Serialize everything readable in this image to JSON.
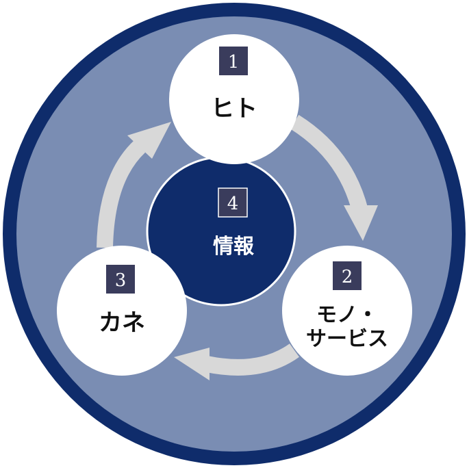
{
  "colors": {
    "outer_ring": "#0f2c6b",
    "inner_disc": "#7a8db3",
    "node_fill": "#ffffff",
    "center_fill": "#0f2c6b",
    "badge_fill": "#3a3c5c",
    "badge_text": "#ffffff",
    "arrow": "#d8d8d8",
    "node_text": "#111111",
    "center_text": "#ffffff"
  },
  "center": {
    "number": "4",
    "label": "情報"
  },
  "nodes": [
    {
      "id": "hito",
      "number": "1",
      "label_lines": [
        "ヒト"
      ]
    },
    {
      "id": "mono-service",
      "number": "2",
      "label_lines": [
        "モノ・",
        "サービス"
      ]
    },
    {
      "id": "kane",
      "number": "3",
      "label_lines": [
        "カネ"
      ]
    }
  ],
  "arrows": [
    {
      "from": "1",
      "to": "2"
    },
    {
      "from": "2",
      "to": "3"
    },
    {
      "from": "3",
      "to": "1"
    }
  ]
}
